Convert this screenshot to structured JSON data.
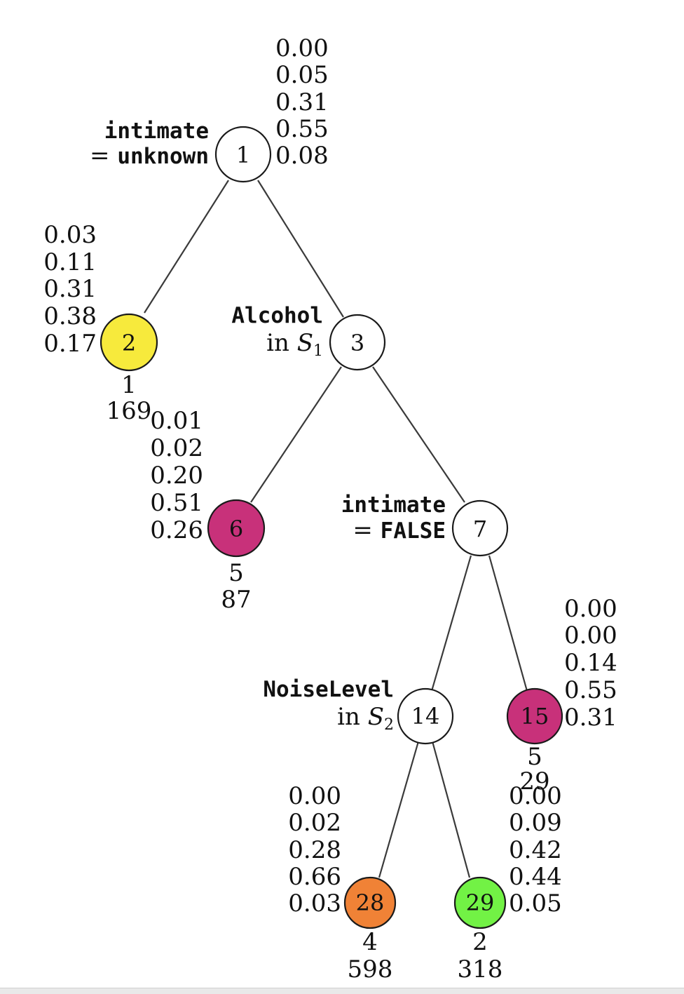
{
  "tree": {
    "nodes": [
      {
        "id": "1",
        "fill": "#ffffff",
        "probs": [
          "0.00",
          "0.05",
          "0.31",
          "0.55",
          "0.08"
        ],
        "split": {
          "line1": "intimate",
          "line2_prefix": "= ",
          "line2_mono": "unknown"
        }
      },
      {
        "id": "2",
        "fill": "#f7ea3c",
        "probs": [
          "0.03",
          "0.11",
          "0.31",
          "0.38",
          "0.17"
        ],
        "class_label": "1",
        "count": "169"
      },
      {
        "id": "3",
        "fill": "#ffffff",
        "split": {
          "line1": "Alcohol",
          "line2_prefix": "in ",
          "line2_var": "S",
          "line2_sub": "1"
        }
      },
      {
        "id": "6",
        "fill": "#c8317a",
        "probs": [
          "0.01",
          "0.02",
          "0.20",
          "0.51",
          "0.26"
        ],
        "class_label": "5",
        "count": "87"
      },
      {
        "id": "7",
        "fill": "#ffffff",
        "split": {
          "line1": "intimate",
          "line2_prefix": "= ",
          "line2_mono": "FALSE"
        }
      },
      {
        "id": "14",
        "fill": "#ffffff",
        "split": {
          "line1": "NoiseLevel",
          "line2_prefix": "in ",
          "line2_var": "S",
          "line2_sub": "2"
        }
      },
      {
        "id": "15",
        "fill": "#c8317a",
        "probs": [
          "0.00",
          "0.00",
          "0.14",
          "0.55",
          "0.31"
        ],
        "class_label": "5",
        "count": "29"
      },
      {
        "id": "28",
        "fill": "#f08236",
        "probs": [
          "0.00",
          "0.02",
          "0.28",
          "0.66",
          "0.03"
        ],
        "class_label": "4",
        "count": "598"
      },
      {
        "id": "29",
        "fill": "#72f245",
        "probs": [
          "0.00",
          "0.09",
          "0.42",
          "0.44",
          "0.05"
        ],
        "class_label": "2",
        "count": "318"
      }
    ],
    "edges": [
      [
        "1",
        "2"
      ],
      [
        "1",
        "3"
      ],
      [
        "3",
        "6"
      ],
      [
        "3",
        "7"
      ],
      [
        "7",
        "14"
      ],
      [
        "7",
        "15"
      ],
      [
        "14",
        "28"
      ],
      [
        "14",
        "29"
      ]
    ]
  }
}
